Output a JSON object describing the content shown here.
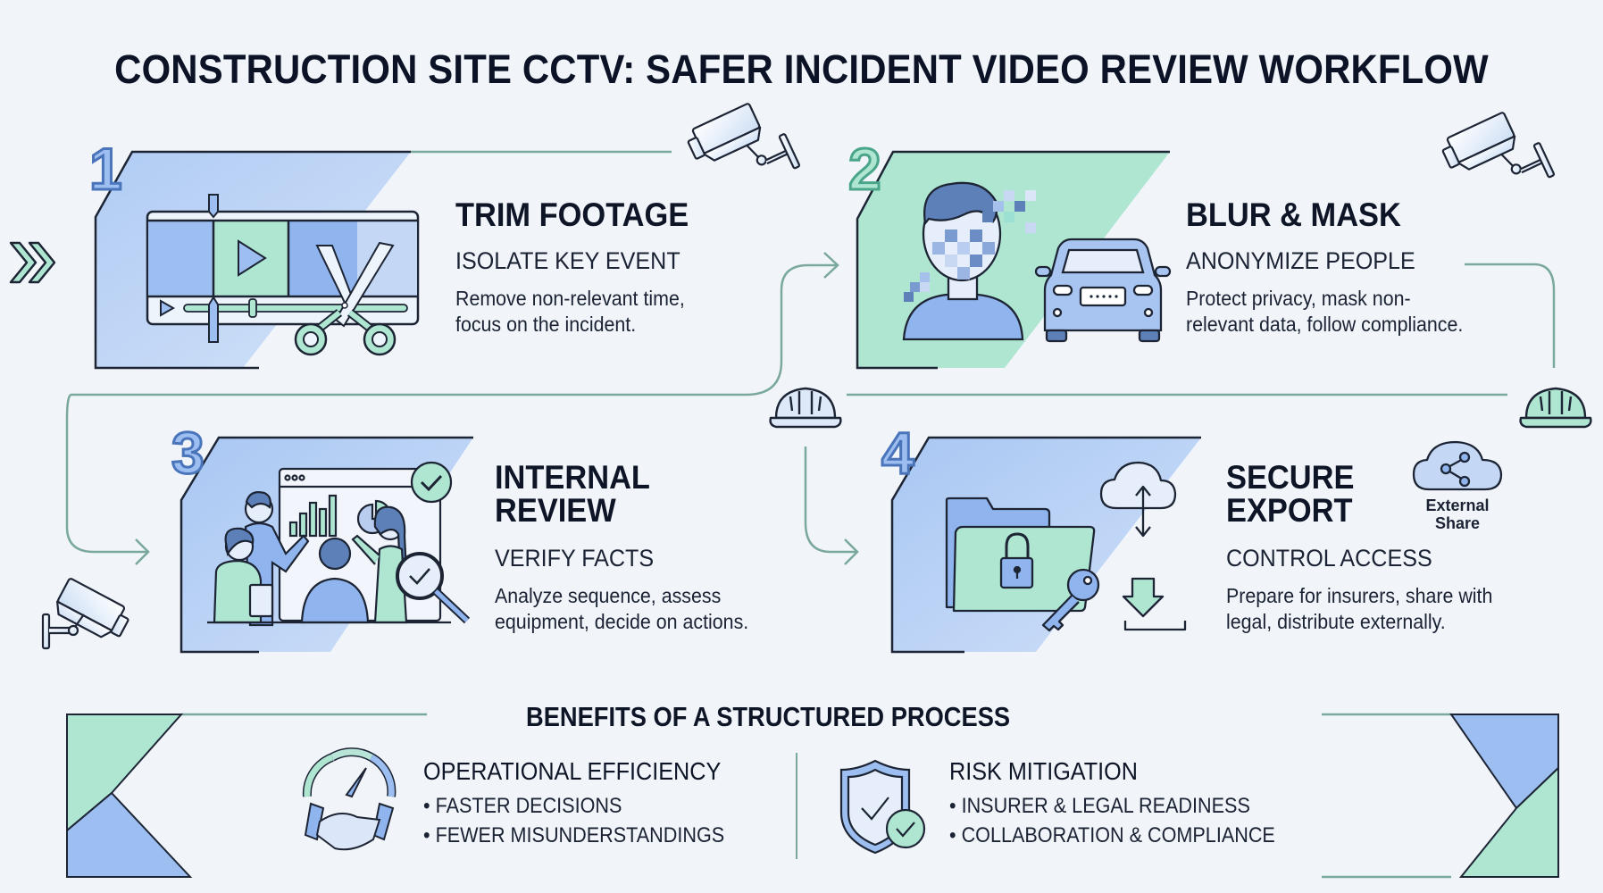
{
  "title": "CONSTRUCTION SITE CCTV: SAFER INCIDENT VIDEO REVIEW WORKFLOW",
  "colors": {
    "background": "#f1f5fa",
    "blue": "#9dbef0",
    "blue_light": "#cfe0f8",
    "green": "#aee6d2",
    "connector": "#7aa89d",
    "ink": "#0e1526",
    "outline": "#1d2535"
  },
  "steps": [
    {
      "number": "1",
      "title": "TRIM FOOTAGE",
      "subtitle": "ISOLATE KEY EVENT",
      "description": [
        "Remove non-relevant time,",
        "focus on the incident."
      ],
      "icon": "video-trim-scissors-icon"
    },
    {
      "number": "2",
      "title": "BLUR & MASK",
      "subtitle": "ANONYMIZE PEOPLE",
      "description": [
        "Protect privacy, mask non-",
        "relevant data, follow compliance."
      ],
      "icon": "blurred-face-car-icon"
    },
    {
      "number": "3",
      "title_lines": [
        "INTERNAL",
        "REVIEW"
      ],
      "subtitle": "VERIFY FACTS",
      "description": [
        "Analyze sequence, assess",
        "equipment, decide on actions."
      ],
      "icon": "team-review-dashboard-icon"
    },
    {
      "number": "4",
      "title_lines": [
        "SECURE",
        "EXPORT"
      ],
      "subtitle": "CONTROL ACCESS",
      "description": [
        "Prepare for insurers, share with",
        "legal, distribute externally."
      ],
      "icon": "locked-folder-cloud-icon",
      "badge": [
        "External",
        "Share"
      ]
    }
  ],
  "benefits": {
    "title": "BENEFITS OF A STRUCTURED PROCESS",
    "items": [
      {
        "heading": "OPERATIONAL EFFICIENCY",
        "bullets": [
          "• FASTER DECISIONS",
          "• FEWER MISUNDERSTANDINGS"
        ],
        "icon": "gauge-handshake-icon"
      },
      {
        "heading": "RISK MITIGATION",
        "bullets": [
          "•  INSURER & LEGAL READINESS",
          "•  COLLABORATION & COMPLIANCE"
        ],
        "icon": "shield-check-icon"
      }
    ]
  }
}
